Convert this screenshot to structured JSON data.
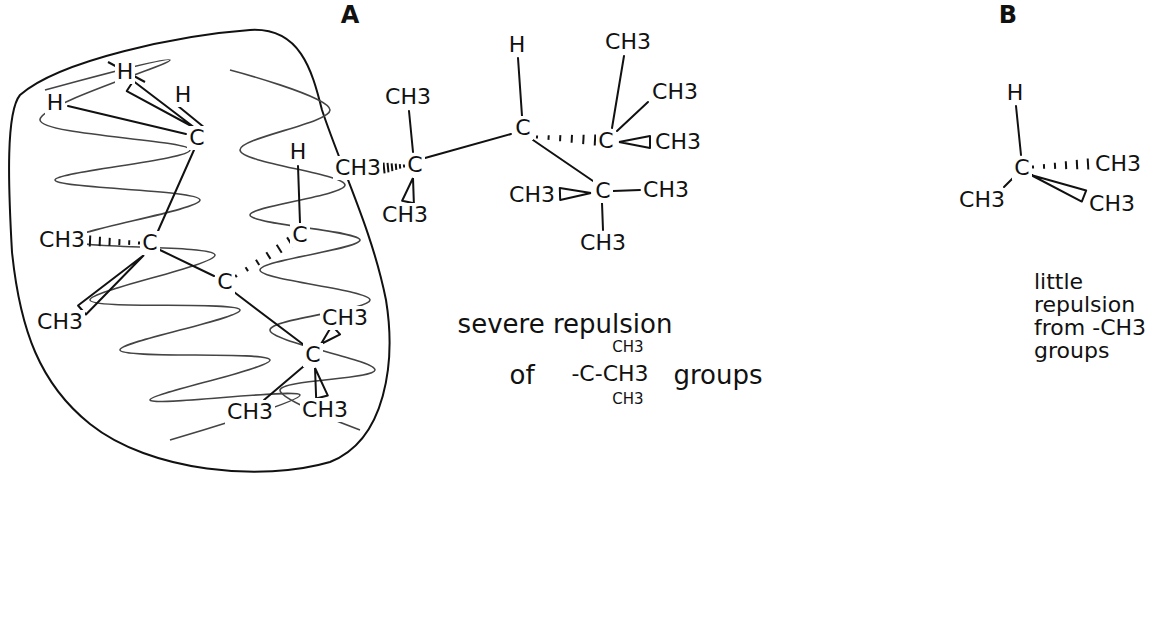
{
  "diagram": {
    "nodes": [
      {
        "text": [
          "H",
          "H",
          "H",
          "C",
          "H",
          "C",
          "CH3",
          "C",
          "CH3",
          "C",
          "CH3",
          "C",
          "CH3",
          "CH3"
        ]
      }
    ],
    "labels": [
      "A",
      "B",
      "CH3",
      "H",
      "CH3",
      "CH3",
      "C",
      "C",
      "CH3",
      "CH3",
      "C",
      "CH3",
      "CH3",
      "C",
      "CH3",
      "CH3",
      "severe repulsion",
      "CH3",
      "of",
      "-C-CH3",
      "CH3",
      "groups",
      "H",
      "C",
      "CH3",
      "CH3",
      "CH3",
      "little repulsion from -CH3 groups"
    ]
  }
}
